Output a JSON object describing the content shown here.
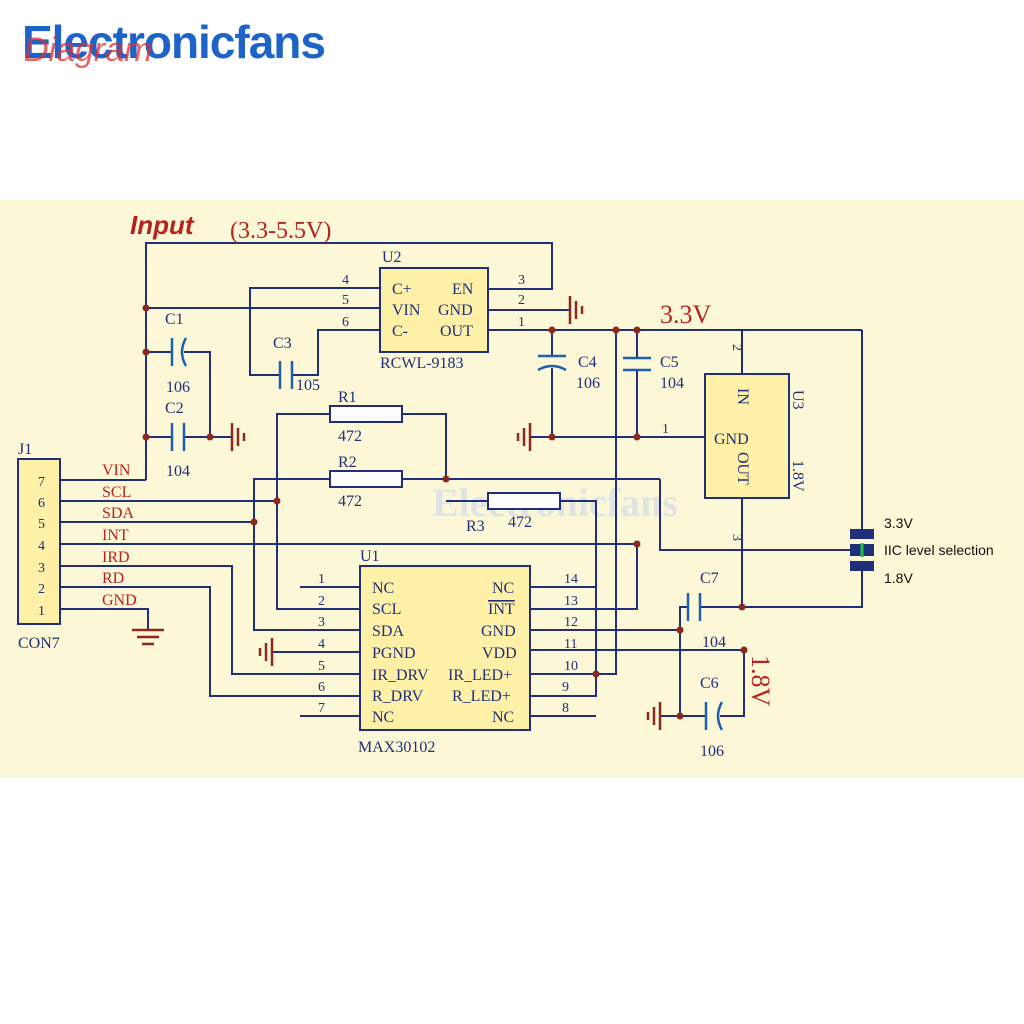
{
  "brand": {
    "name": "Electronicfans",
    "overlay": "Diagram"
  },
  "watermark": "Electronicfans",
  "colors": {
    "wire": "#1F2F7A",
    "component": "#8B2A1C",
    "panel": "#FCF7D6",
    "accent_red": "#B8231F",
    "brand_blue": "#1E63C8",
    "chip_fill": "#FFF0A8"
  },
  "input": {
    "label": "Input",
    "range": "(3.3-5.5V)"
  },
  "rails": {
    "v33": "3.3V",
    "v18": "1.8V"
  },
  "j1": {
    "ref": "J1",
    "name": "CON7",
    "pins": [
      {
        "num": "7",
        "net": "VIN"
      },
      {
        "num": "6",
        "net": "SCL"
      },
      {
        "num": "5",
        "net": "SDA"
      },
      {
        "num": "4",
        "net": "INT"
      },
      {
        "num": "3",
        "net": "IRD"
      },
      {
        "num": "2",
        "net": "RD"
      },
      {
        "num": "1",
        "net": "GND"
      }
    ]
  },
  "u2": {
    "ref": "U2",
    "part": "RCWL-9183",
    "left": [
      {
        "num": "4",
        "name": "C+"
      },
      {
        "num": "5",
        "name": "VIN"
      },
      {
        "num": "6",
        "name": "C-"
      }
    ],
    "right": [
      {
        "num": "3",
        "name": "EN"
      },
      {
        "num": "2",
        "name": "GND"
      },
      {
        "num": "1",
        "name": "OUT"
      }
    ]
  },
  "u3": {
    "ref": "U3",
    "value": "1.8V",
    "pin_in": "IN",
    "pin_gnd": "GND",
    "pin_out": "OUT",
    "pin2": "2",
    "pin1": "1",
    "pin3": "3"
  },
  "u1": {
    "ref": "U1",
    "part": "MAX30102",
    "left": [
      {
        "num": "1",
        "name": "NC"
      },
      {
        "num": "2",
        "name": "SCL"
      },
      {
        "num": "3",
        "name": "SDA"
      },
      {
        "num": "4",
        "name": "PGND"
      },
      {
        "num": "5",
        "name": "IR_DRV"
      },
      {
        "num": "6",
        "name": "R_DRV"
      },
      {
        "num": "7",
        "name": "NC"
      }
    ],
    "right": [
      {
        "num": "14",
        "name": "NC"
      },
      {
        "num": "13",
        "name": "INT"
      },
      {
        "num": "12",
        "name": "GND"
      },
      {
        "num": "11",
        "name": "VDD"
      },
      {
        "num": "10",
        "name": "IR_LED+"
      },
      {
        "num": "9",
        "name": "R_LED+"
      },
      {
        "num": "8",
        "name": "NC"
      }
    ]
  },
  "caps": [
    {
      "ref": "C1",
      "value": "106"
    },
    {
      "ref": "C2",
      "value": "104"
    },
    {
      "ref": "C3",
      "value": "105"
    },
    {
      "ref": "C4",
      "value": "106"
    },
    {
      "ref": "C5",
      "value": "104"
    },
    {
      "ref": "C6",
      "value": "106"
    },
    {
      "ref": "C7",
      "value": "104"
    }
  ],
  "resistors": [
    {
      "ref": "R1",
      "value": "472"
    },
    {
      "ref": "R2",
      "value": "472"
    },
    {
      "ref": "R3",
      "value": "472"
    }
  ],
  "selector": {
    "top": "3.3V",
    "label": "IIC level selection",
    "bottom": "1.8V"
  }
}
